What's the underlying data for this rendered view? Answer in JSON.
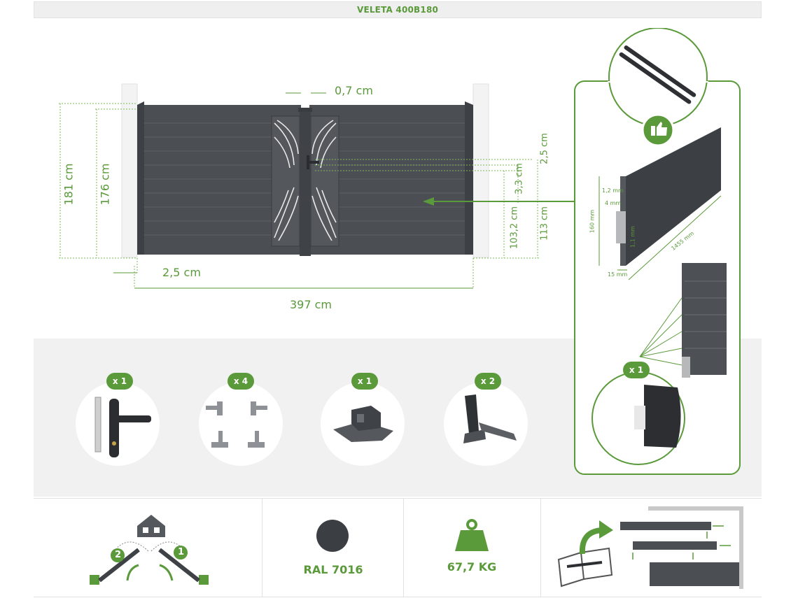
{
  "title": "VELETA 400B180",
  "dimensions": {
    "gap_top": "0,7 cm",
    "height_total": "181 cm",
    "height_leaf": "176 cm",
    "top_offset": "2,5 cm",
    "lock_offset": "3,3 cm",
    "lock_height": "103,2 cm",
    "lock_height_total": "113 cm",
    "side_gap": "2,5 cm",
    "width": "397 cm"
  },
  "profile": {
    "thickness_top": "1,2 mm",
    "groove": "4 mm",
    "height": "160 mm",
    "wall": "1,1 mm",
    "depth": "15 mm",
    "length": "1455 mm",
    "count_badge": "x 1"
  },
  "accessories": [
    {
      "qty": "x 1",
      "icon": "lock-handle-icon"
    },
    {
      "qty": "x 4",
      "icon": "hinges-icon"
    },
    {
      "qty": "x 1",
      "icon": "gate-stop-icon"
    },
    {
      "qty": "x 2",
      "icon": "wing-holder-icon"
    }
  ],
  "specs": {
    "opening_step_1": "1",
    "opening_step_2": "2",
    "color": "RAL 7016",
    "color_hex": "#3b3e42",
    "weight": "67,7 KG"
  },
  "colors": {
    "accent": "#5a9a3a",
    "panel": "#4a4d52",
    "panel_light": "#5c5f64",
    "post": "#f2f2f2"
  }
}
